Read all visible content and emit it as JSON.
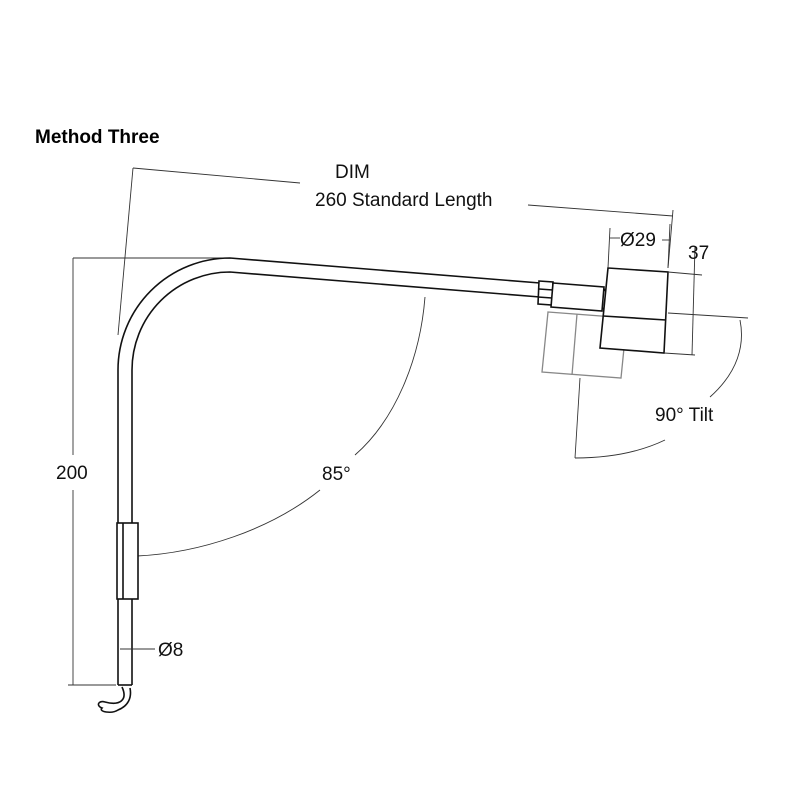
{
  "title": "Method Three",
  "labels": {
    "dim_heading": "DIM",
    "standard_length": "260 Standard Length",
    "head_diameter": "Ø29",
    "head_height": "37",
    "tilt": "90° Tilt",
    "arm_angle": "85°",
    "height": "200",
    "rod_diameter": "Ø8"
  }
}
